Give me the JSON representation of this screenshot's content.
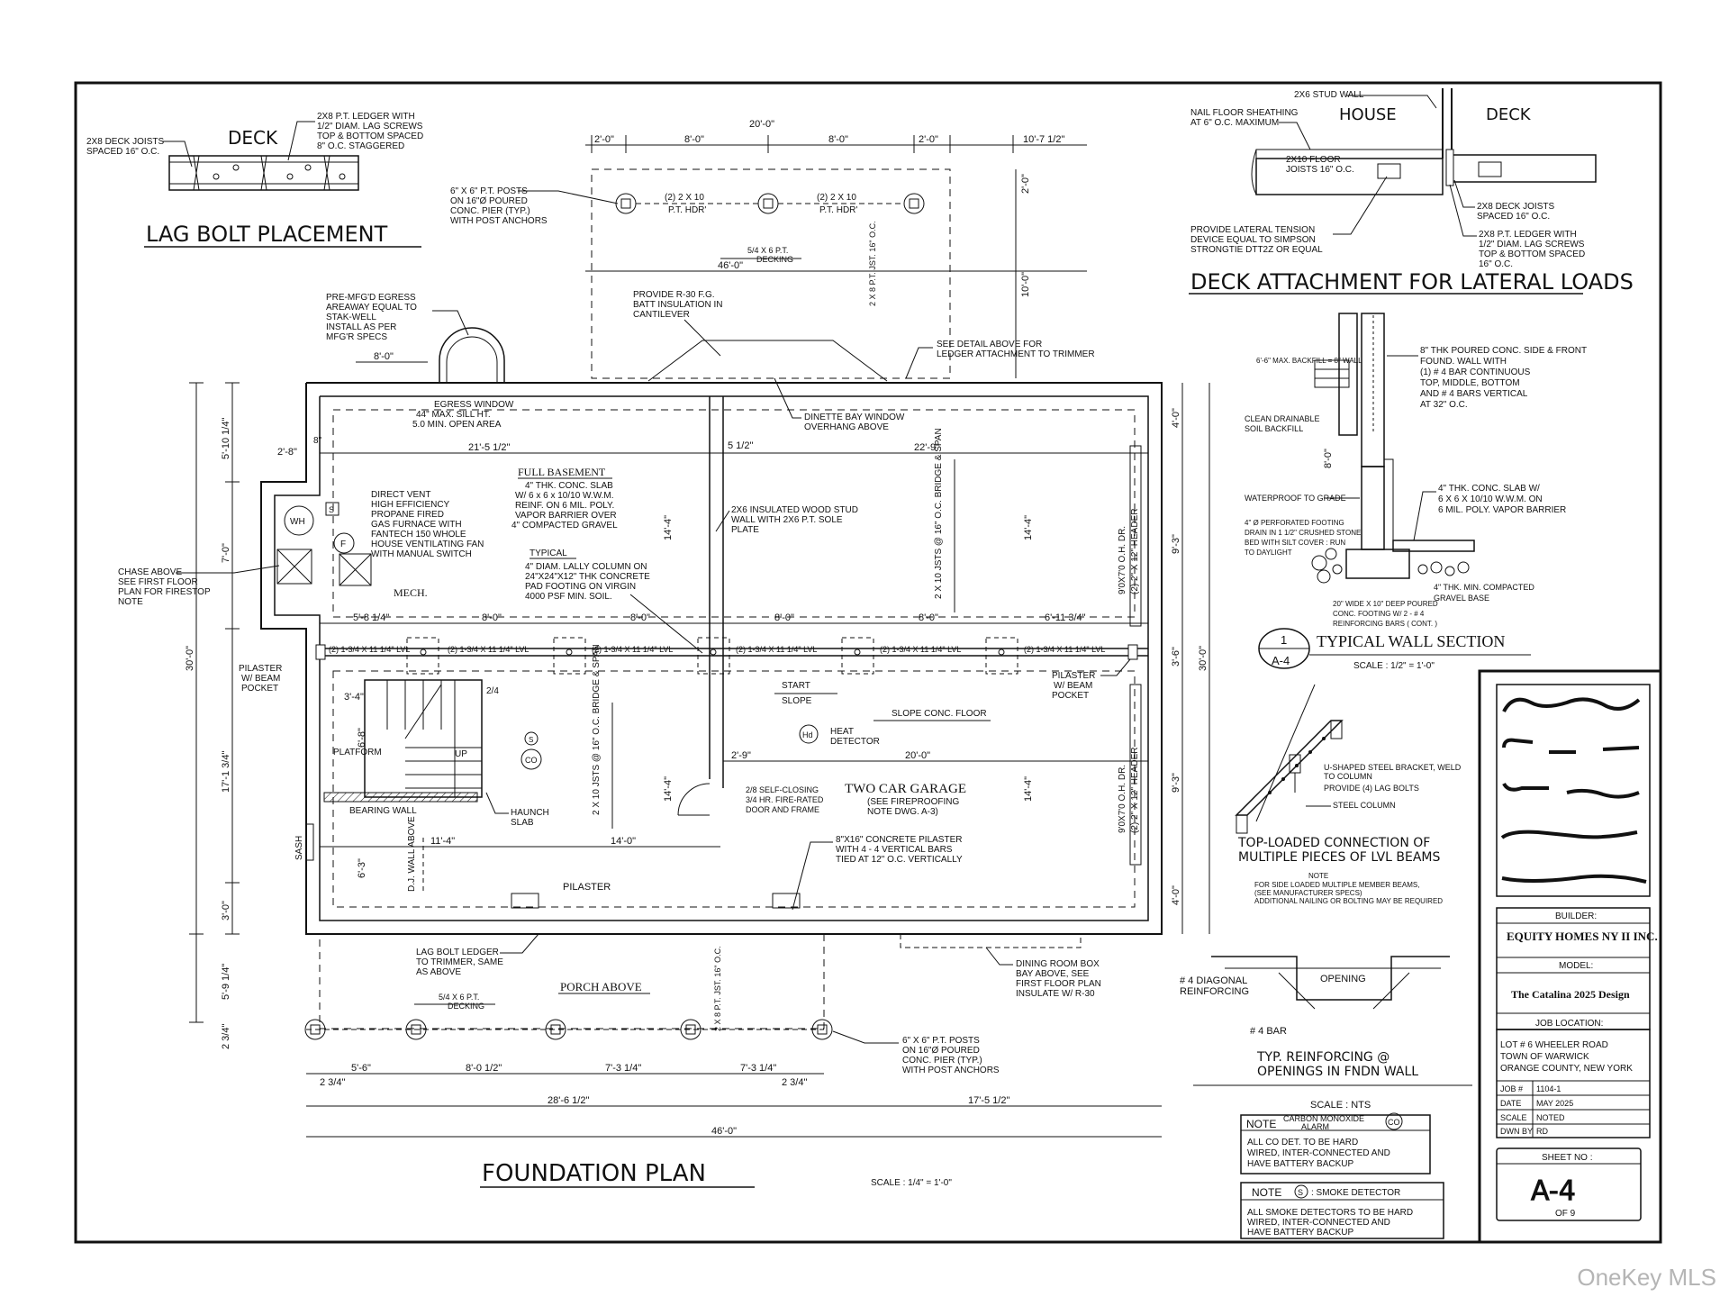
{
  "plan": {
    "title": "FOUNDATION PLAN",
    "scale": "SCALE : 1/4\" = 1'-0\"",
    "dims_top": [
      "2'-0\"",
      "8'-0\"",
      "8'-0\"",
      "2'-0\"",
      "20'-0\"",
      "10'-7 1/2\"",
      "46'-0\""
    ],
    "dims_bottom": [
      "5'-6\"",
      "8'-0 1/2\"",
      "7'-3 1/4\"",
      "7'-3 1/4\"",
      "2 3/4\"",
      "2 3/4\"",
      "28'-6 1/2\"",
      "17'-5 1/2\"",
      "46'-0\""
    ],
    "dims_interior": [
      "21'-5 1/2\"",
      "5 1/2\"",
      "22'-9\"",
      "2'-8\"",
      "8\"",
      "5'-8 1/4\"",
      "8'-0\"",
      "8'-0\"",
      "8'-0\"",
      "8'-0\"",
      "6'-11 3/4\"",
      "3'-4\"",
      "2'-9\"",
      "20'-0\"",
      "11'-4\"",
      "14'-0\"",
      "8'-0\""
    ],
    "dims_left": [
      "5'-10 1/4\"",
      "7'-0\"",
      "30'-0\"",
      "17'-1 3/4\"",
      "3'-0\"",
      "5'-9 1/4\"",
      "2 3/4\""
    ],
    "dims_right": [
      "4'-0\"",
      "9'-3\"",
      "3'-6\"",
      "30'-0\"",
      "9'-3\"",
      "4'-0\"",
      "2'-0\"",
      "10'-0\""
    ],
    "dims_vertical_mid": [
      "14'-4\"",
      "14'-4\"",
      "14'-4\"",
      "14'-4\"",
      "6'-8\"",
      "6'-3\""
    ],
    "room_full_basement": "FULL BASEMENT",
    "slab_note": [
      "4\" THK. CONC. SLAB",
      "W/ 6 x 6 x 10/10 W.W.M.",
      "REINF. ON 6 MIL. POLY.",
      "VAPOR BARRIER OVER",
      "4\" COMPACTED GRAVEL"
    ],
    "typical": "TYPICAL",
    "lally_note": [
      "4\" DIAM. LALLY COLUMN ON",
      "24\"X24\"X12\" THK CONCRETE",
      "PAD FOOTING ON VIRGIN",
      "4000 PSF MIN. SOIL."
    ],
    "mech": "MECH.",
    "furnace_note": [
      "DIRECT VENT",
      "HIGH EFFICIENCY",
      "PROPANE FIRED",
      "GAS FURNACE WITH",
      "FANTECH 150 WHOLE",
      "HOUSE VENTILATING FAN",
      "WITH MANUAL SWITCH"
    ],
    "wh": "WH",
    "f": "F",
    "s": "S",
    "chase_note": [
      "CHASE ABOVE",
      "SEE FIRST FLOOR",
      "PLAN FOR FIRESTOP",
      "NOTE"
    ],
    "egress_note": [
      "PRE-MFG'D EGRESS",
      "AREAWAY EQUAL TO",
      "STAK-WELL",
      "INSTALL AS PER",
      "MFG'R SPECS"
    ],
    "egress_window": [
      "EGRESS WINDOW",
      "44\" MAX. SILL HT.",
      "5.0 MIN. OPEN AREA"
    ],
    "batt_note": [
      "PROVIDE R-30 F.G.",
      "BATT INSULATION IN",
      "CANTILEVER"
    ],
    "ledger_detail_note": [
      "SEE DETAIL ABOVE FOR",
      "LEDGER ATTACHMENT TO TRIMMER"
    ],
    "dinette_note": [
      "DINETTE BAY WINDOW",
      "OVERHANG ABOVE"
    ],
    "stud_wall_note": [
      "2X6 INSULATED WOOD STUD",
      "WALL WITH 2X6 P.T. SOLE",
      "PLATE"
    ],
    "joists_note": "2 X 10 JSTS @ 16\" O.C. BRIDGE & SPAN",
    "deck_joists_note": "2 X 8 P.T. JST. 16\" O.C.",
    "beam_label": "(2) 1-3/4 X 11 1/4\" LVL",
    "pilaster_pocket": [
      "PILASTER",
      "W/ BEAM",
      "POCKET"
    ],
    "garage_title": "TWO CAR GARAGE",
    "garage_note": [
      "(SEE FIREPROOFING",
      "NOTE DWG. A-3)"
    ],
    "start_slope": [
      "START",
      "SLOPE"
    ],
    "slope_floor": "SLOPE CONC. FLOOR",
    "heat_detector": [
      "HEAT",
      "DETECTOR"
    ],
    "hd": "Hd",
    "door_note": [
      "2/8 SELF-CLOSING",
      "3/4 HR. FIRE-RATED",
      "DOOR AND FRAME"
    ],
    "pilaster_note": [
      "8\"X16\" CONCRETE PILASTER",
      "WITH 4 - 4 VERTICAL BARS",
      "TIED AT 12\" O.C. VERTICALLY"
    ],
    "pilaster": "PILASTER",
    "oh_door": "9'0X7'0 O.H. DR.",
    "header": "(2) 2\" X 12\" HEADER",
    "platform": "PLATFORM",
    "up": "UP",
    "bearing_wall": "BEARING WALL",
    "haunch_slab": [
      "HAUNCH",
      "SLAB"
    ],
    "dj_wall": "D.J. WALL ABOVE",
    "door_24": "2/4",
    "sash": "SASH",
    "co": "CO",
    "smoke": "S",
    "lag_ledger_note": [
      "LAG BOLT LEDGER",
      "TO TRIMMER, SAME",
      "AS ABOVE"
    ],
    "dining_note": [
      "DINING ROOM BOX",
      "BAY ABOVE, SEE",
      "FIRST FLOOR PLAN",
      "INSULATE W/ R-30"
    ],
    "porch_above": "PORCH ABOVE",
    "decking": [
      "5/4 X 6 P.T.",
      "DECKING"
    ],
    "posts_top_note": [
      "6\" X 6\" P.T. POSTS",
      "ON 16\"Ø POURED",
      "CONC. PIER (TYP.)",
      "WITH POST ANCHORS"
    ],
    "posts_bottom_note": [
      "6\" X 6\" P.T. POSTS",
      "ON 16\"Ø POURED",
      "CONC. PIER (TYP.)",
      "WITH POST ANCHORS"
    ],
    "hdr_label": [
      "(2) 2 X 10",
      "P.T. HDR'"
    ]
  },
  "lag_bolt": {
    "title": "LAG BOLT PLACEMENT",
    "deck": "DECK",
    "joist_note": [
      "2X8 DECK JOISTS",
      "SPACED 16\" O.C."
    ],
    "ledger_note": [
      "2X8 P.T. LEDGER WITH",
      "1/2\" DIAM. LAG SCREWS",
      "TOP & BOTTOM SPACED",
      "8\" O.C. STAGGERED"
    ]
  },
  "deck_attach": {
    "title": "DECK ATTACHMENT FOR LATERAL LOADS",
    "house": "HOUSE",
    "deck": "DECK",
    "stud_wall": "2X6 STUD WALL",
    "nail_note": [
      "NAIL FLOOR SHEATHING",
      "AT 6\" O.C. MAXIMUM"
    ],
    "floor_joists": [
      "2X10 FLOOR",
      "JOISTS 16\" O.C."
    ],
    "tension_note": [
      "PROVIDE LATERAL TENSION",
      "DEVICE EQUAL TO SIMPSON",
      "STRONGTIE DTT2Z OR EQUAL"
    ],
    "deck_joists": [
      "2X8 DECK JOISTS",
      "SPACED 16\" O.C."
    ],
    "ledger_note": [
      "2X8 P.T. LEDGER WITH",
      "1/2\" DIAM. LAG SCREWS",
      "TOP & BOTTOM SPACED",
      "16\" O.C."
    ]
  },
  "wall_section": {
    "title": "TYPICAL WALL SECTION",
    "num": "1",
    "sheet": "A-4",
    "scale": "SCALE : 1/2\" = 1'-0\"",
    "backfill": "6'-6\" MAX. BACKFILL = 8\" WALL",
    "wall_note": [
      "8\" THK POURED CONC. SIDE & FRONT",
      "FOUND. WALL WITH",
      "(1) # 4 BAR CONTINUOUS",
      "TOP, MIDDLE, BOTTOM",
      "AND # 4 BARS VERTICAL",
      "AT 32\" O.C."
    ],
    "drainable": [
      "CLEAN DRAINABLE",
      "SOIL BACKFILL"
    ],
    "height": "8'-0\"",
    "waterproof": "WATERPROOF TO GRADE",
    "footing_drain": [
      "4\" Ø PERFORATED FOOTING",
      "DRAIN IN 1 1/2\" CRUSHED STONE",
      "BED WITH SILT COVER : RUN",
      "TO DAYLIGHT"
    ],
    "slab_note": [
      "4\" THK. CONC. SLAB W/",
      "6 X 6 X 10/10 W.W.M. ON",
      "6 MIL. POLY. VAPOR BARRIER"
    ],
    "gravel": [
      "4\" THK. MIN. COMPACTED",
      "GRAVEL BASE"
    ],
    "footing": [
      "20\" WIDE X 10\" DEEP POURED",
      "CONC. FOOTING W/ 2 - # 4",
      "REINFORCING BARS ( CONT. )"
    ]
  },
  "lvl_detail": {
    "bracket": [
      "U-SHAPED STEEL BRACKET, WELD",
      "TO COLUMN"
    ],
    "lag": "PROVIDE (4) LAG BOLTS",
    "column": "STEEL COLUMN",
    "title": [
      "TOP-LOADED CONNECTION OF",
      "MULTIPLE PIECES OF LVL BEAMS"
    ],
    "note_label": "NOTE",
    "note": [
      "FOR SIDE LOADED MULTIPLE MEMBER BEAMS,",
      "(SEE MANUFACTURER SPECS)",
      "ADDITIONAL NAILING OR BOLTING MAY BE REQUIRED"
    ]
  },
  "reinforcing": {
    "diagonal": [
      "# 4 DIAGONAL",
      "REINFORCING"
    ],
    "opening": "OPENING",
    "bar": "# 4 BAR",
    "title": [
      "TYP. REINFORCING @",
      "OPENINGS IN FNDN WALL"
    ],
    "scale": "SCALE : NTS"
  },
  "notes": {
    "co_note_label": "NOTE",
    "co_title": [
      "CARBON MONOXIDE",
      "ALARM"
    ],
    "co_sym": "CO",
    "co_text": [
      "ALL CO DET. TO BE HARD",
      "WIRED, INTER-CONNECTED AND",
      "HAVE BATTERY BACKUP"
    ],
    "smoke_note_label": "NOTE",
    "smoke_title": ": SMOKE DETECTOR",
    "smoke_sym": "S",
    "smoke_text": [
      "ALL SMOKE DETECTORS TO BE HARD",
      "WIRED, INTER-CONNECTED AND",
      "HAVE BATTERY BACKUP"
    ]
  },
  "title_block": {
    "builder_label": "BUILDER:",
    "builder": "EQUITY HOMES NY II INC.",
    "model_label": "MODEL:",
    "model": "The Catalina 2025 Design",
    "job_location_label": "JOB LOCATION:",
    "address": [
      "LOT # 6 WHEELER ROAD",
      "TOWN OF WARWICK",
      "ORANGE COUNTY, NEW YORK"
    ],
    "rows": [
      {
        "label": "JOB #",
        "value": "1104-1"
      },
      {
        "label": "DATE",
        "value": "MAY 2025"
      },
      {
        "label": "SCALE",
        "value": "NOTED"
      },
      {
        "label": "DWN BY",
        "value": "RD"
      }
    ],
    "sheet_label": "SHEET NO :",
    "sheet": "A-4",
    "of": "OF 9"
  },
  "watermark": "OneKey MLS"
}
